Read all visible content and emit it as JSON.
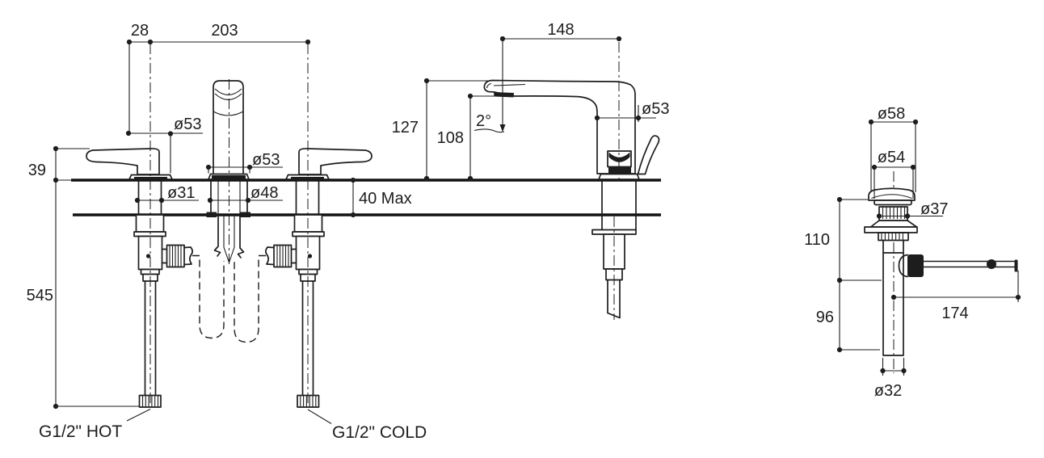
{
  "drawing": {
    "front_view": {
      "handle_offset": "28",
      "handle_spread": "203",
      "handle_height": "39",
      "handle_base_dia": "ø53",
      "spout_base_dia": "ø53",
      "handle_shank_dia": "ø31",
      "spout_shank_dia": "ø48",
      "deck_max_thickness": "40 Max",
      "supply_length": "545",
      "hot_inlet_label": "G1/2\" HOT",
      "cold_inlet_label": "G1/2\" COLD"
    },
    "side_view": {
      "spout_reach": "148",
      "spout_height": "127",
      "aerator_height": "108",
      "spout_angle": "2°",
      "body_dia": "ø53"
    },
    "drain_view": {
      "cap_dia": "ø58",
      "flange_dia": "ø54",
      "thread_dia": "ø37",
      "upper_length": "110",
      "lower_length": "96",
      "rod_reach": "174",
      "tailpipe_dia": "ø32"
    }
  }
}
